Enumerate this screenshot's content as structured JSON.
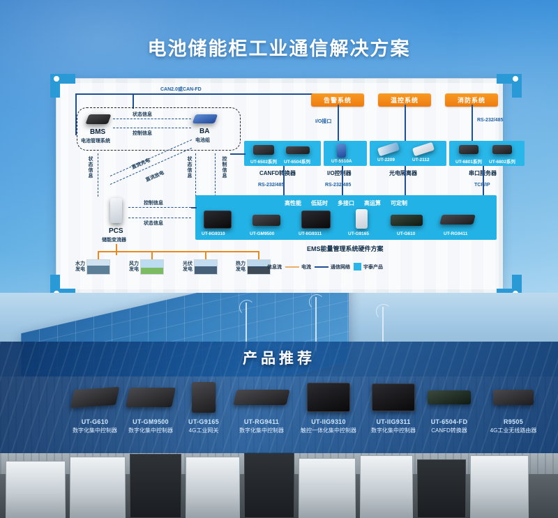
{
  "page": {
    "title": "电池储能柜工业通信解决方案"
  },
  "diagram": {
    "top_bus_label": "CAN2.0或CAN-FD",
    "bms": {
      "name": "BMS",
      "desc": "电池管理系统"
    },
    "ba": {
      "name": "BA",
      "desc": "电池组"
    },
    "pcs": {
      "name": "PCS",
      "desc": "储能变流器"
    },
    "flow_labels": {
      "status": "状态信息",
      "control": "控制信息",
      "dc_charge": "直流充电",
      "dc_discharge": "直流放电"
    },
    "systems": [
      {
        "name": "告警系统",
        "interface_top": "I/O接口"
      },
      {
        "name": "温控系统",
        "interface_top": ""
      },
      {
        "name": "消防系统",
        "interface_top": "RS-232/485"
      }
    ],
    "device_groups": [
      {
        "id": "canfd",
        "title": "CANFD转换器",
        "bus_below": "RS-232/485",
        "products": [
          "UT-6502系列",
          "UT-6504系列"
        ]
      },
      {
        "id": "io-controller",
        "title": "I/O控制器",
        "bus_below": "RS-232/485",
        "products": [
          "UT-5510A"
        ]
      },
      {
        "id": "opto-isolator",
        "title": "光电隔离器",
        "bus_below": "",
        "products": [
          "UT-2209",
          "UT-2112"
        ]
      },
      {
        "id": "serial-server",
        "title": "串口服务器",
        "bus_below": "TCP/IP",
        "products": [
          "UT-6801系列",
          "UT-6802系列"
        ]
      }
    ],
    "ems": {
      "features": [
        "高性能",
        "低延时",
        "多接口",
        "高运算",
        "可定制"
      ],
      "caption": "EMS能量管理系统硬件方案",
      "products": [
        "UT-IIG9310",
        "UT-GM9500",
        "UT-IIG9311",
        "UT-G9165",
        "UT-G610",
        "UT-RG9411"
      ]
    },
    "energy_sources": [
      {
        "label_line1": "水力",
        "label_line2": "发电"
      },
      {
        "label_line1": "风力",
        "label_line2": "发电"
      },
      {
        "label_line1": "光伏",
        "label_line2": "发电"
      },
      {
        "label_line1": "热力",
        "label_line2": "发电"
      }
    ],
    "legend": [
      {
        "key": "info-flow",
        "label": "信息流",
        "color": "#1d4f92",
        "style": "dashed"
      },
      {
        "key": "current",
        "label": "电流",
        "color": "#e9b06a",
        "style": "solid"
      },
      {
        "key": "network",
        "label": "通信网络",
        "color": "#1d4f92",
        "style": "solid"
      },
      {
        "key": "utek-product",
        "label": "宇泰产品",
        "color": "#29b6e8",
        "style": "swatch"
      }
    ]
  },
  "recommendation": {
    "title": "产品推荐",
    "products": [
      {
        "code": "UT-G610",
        "desc": "数字化集中控制器"
      },
      {
        "code": "UT-GM9500",
        "desc": "数字化集中控制器"
      },
      {
        "code": "UT-G9165",
        "desc": "4G工业网关"
      },
      {
        "code": "UT-RG9411",
        "desc": "数字化集中控制器"
      },
      {
        "code": "UT-IIG9310",
        "desc": "触控一体化集中控制器"
      },
      {
        "code": "UT-IIG9311",
        "desc": "数字化集中控制器"
      },
      {
        "code": "UT-6504-FD",
        "desc": "CANFD转换器"
      },
      {
        "code": "R9505",
        "desc": "4G工业无线路由器"
      }
    ]
  },
  "colors": {
    "brand_blue": "#29b6e8",
    "accent_orange": "#ee7c10",
    "line_blue": "#1d4f92",
    "line_orange": "#e9b06a"
  }
}
